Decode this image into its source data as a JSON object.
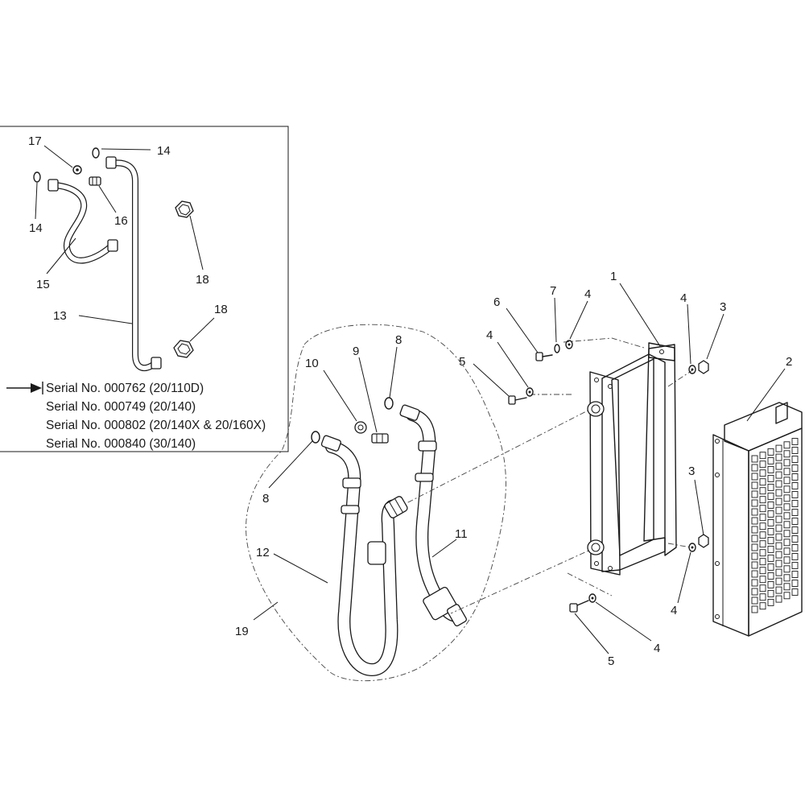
{
  "inset": {
    "serial_numbers": [
      "Serial No. 000762 (20/110D)",
      "Serial No. 000749 (20/140)",
      "Serial No. 000802 (20/140X & 20/160X)",
      "Serial No. 000840 (30/140)"
    ]
  },
  "callouts": {
    "c1": "1",
    "c2": "2",
    "c3a": "3",
    "c3b": "3",
    "c4a": "4",
    "c4b": "4",
    "c4c": "4",
    "c4d": "4",
    "c4e": "4",
    "c5a": "5",
    "c5b": "5",
    "c6": "6",
    "c7": "7",
    "c8a": "8",
    "c8b": "8",
    "c9": "9",
    "c10": "10",
    "c11": "11",
    "c12": "12",
    "c13": "13",
    "c14a": "14",
    "c14b": "14",
    "c15": "15",
    "c16": "16",
    "c17": "17",
    "c18a": "18",
    "c18b": "18",
    "c19": "19"
  }
}
